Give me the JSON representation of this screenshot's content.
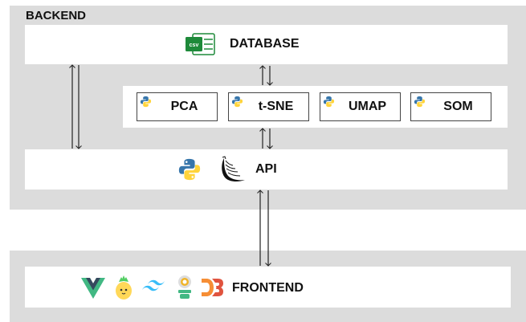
{
  "backend": {
    "label": "BACKEND",
    "database": {
      "title": "DATABASE",
      "icon": "csv-file-icon"
    },
    "algorithms": [
      {
        "label": "PCA",
        "icon": "python-icon"
      },
      {
        "label": "t-SNE",
        "icon": "python-icon"
      },
      {
        "label": "UMAP",
        "icon": "python-icon"
      },
      {
        "label": "SOM",
        "icon": "python-icon"
      }
    ],
    "api": {
      "title": "API",
      "icons": [
        "python-icon",
        "flask-icon"
      ]
    }
  },
  "frontend": {
    "title": "FRONTEND",
    "icons": [
      "vue-icon",
      "pinia-icon",
      "tailwind-icon",
      "vite-icon",
      "d3-icon"
    ]
  },
  "colors": {
    "panel": "#dcdcdc",
    "box": "#ffffff",
    "arrow": "#222222",
    "csv_green": "#1e8a3a",
    "python_blue": "#3776ab",
    "python_yellow": "#ffd43b",
    "vue_green": "#41b883",
    "vue_dark": "#35495e",
    "tailwind": "#38bdf8",
    "d3_orange": "#f68e35"
  }
}
